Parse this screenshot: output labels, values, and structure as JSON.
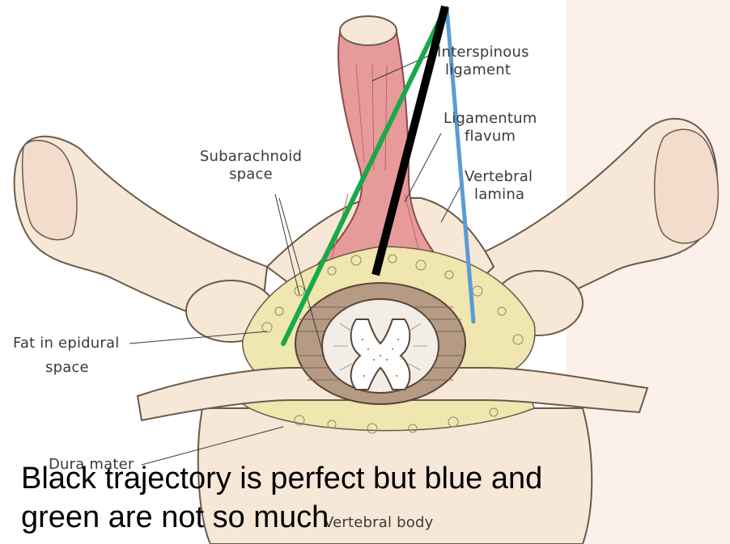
{
  "labels": {
    "interspinous_ligament": [
      "Interspinous",
      "ligament"
    ],
    "ligamentum_flavum": [
      "Ligamentum",
      "flavum"
    ],
    "subarachnoid_space": [
      "Subarachnoid",
      "space"
    ],
    "vertebral_lamina": [
      "Vertebral",
      "lamina"
    ],
    "fat_in_epidural_space": [
      "Fat in epidural",
      "space"
    ],
    "dura_mater": "Dura mater",
    "vertebral_body": "Vertebral body"
  },
  "caption": {
    "line1": "Black trajectory is perfect but blue and",
    "line2": "green are not so much"
  },
  "trajectories": [
    {
      "name": "black",
      "color": "#000000"
    },
    {
      "name": "green",
      "color": "#1aa84a"
    },
    {
      "name": "blue",
      "color": "#5b9bd5"
    }
  ],
  "colors": {
    "bone": "#f7e7d6",
    "bone_outline": "#6b5a4a",
    "ligament": "#e79a9a",
    "fat": "#efe6b0",
    "dura": "#b59a84",
    "cord": "#f2ede6"
  }
}
